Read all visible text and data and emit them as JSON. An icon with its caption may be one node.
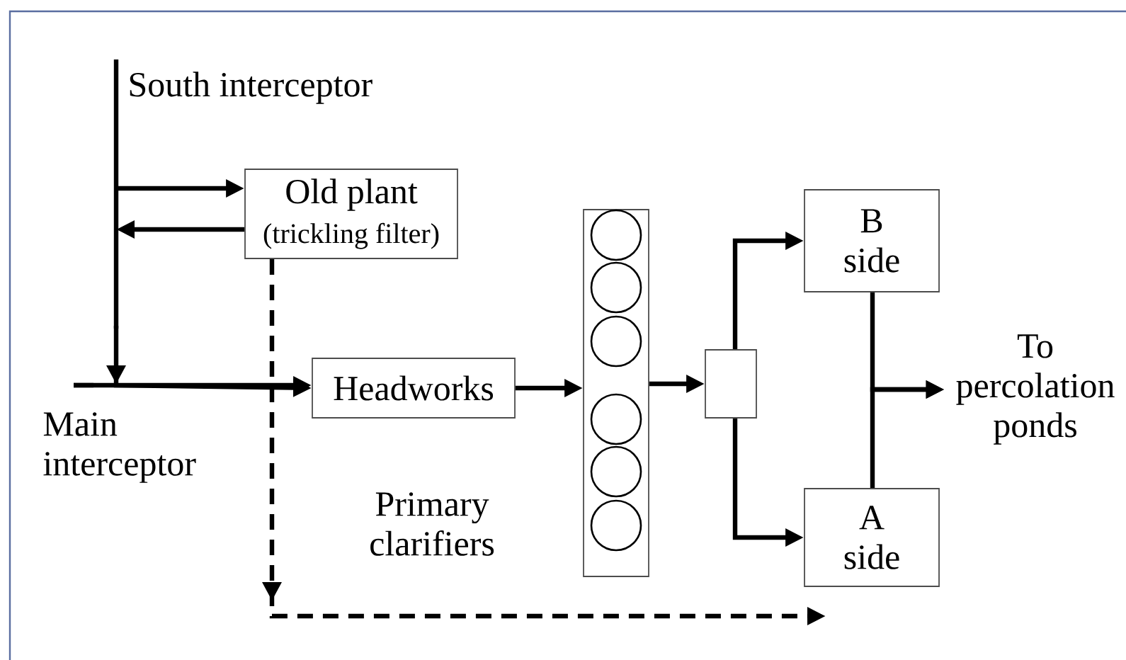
{
  "diagram": {
    "nodes": [
      {
        "text": [
          "South interceptor"
        ]
      },
      {
        "text": [
          "Main interceptor"
        ]
      },
      {
        "text": [
          "Old plant",
          "(trickling filter)"
        ]
      },
      {
        "text": [
          "Headworks"
        ]
      },
      {
        "text": [],
        "shape": "box"
      },
      {
        "text": [],
        "shape": "box"
      },
      {
        "text": [
          "B side"
        ]
      },
      {
        "text": [
          "A side"
        ]
      },
      {
        "text": [
          "To percolation ponds"
        ]
      }
    ],
    "edges": [
      {
        "from": 0,
        "to": 2,
        "arrow": "to"
      },
      {
        "from": 2,
        "to": 0,
        "arrow": "to"
      },
      {
        "from": 0,
        "to": 3,
        "arrow": "to"
      },
      {
        "from": 1,
        "to": 3,
        "arrow": "to"
      },
      {
        "from": 2,
        "to": null,
        "arrow": "to",
        "style": "dashed"
      },
      {
        "from": 3,
        "to": 4,
        "arrow": "to"
      },
      {
        "from": 4,
        "to": 5,
        "arrow": "to"
      },
      {
        "from": 5,
        "to": 6,
        "arrow": "to"
      },
      {
        "from": 5,
        "to": 7,
        "arrow": "to"
      },
      {
        "from": 6,
        "to": 8,
        "arrow": "to"
      },
      {
        "from": 7,
        "to": 8,
        "arrow": "to"
      }
    ],
    "labels": [
      "Primary clarifiers"
    ]
  }
}
